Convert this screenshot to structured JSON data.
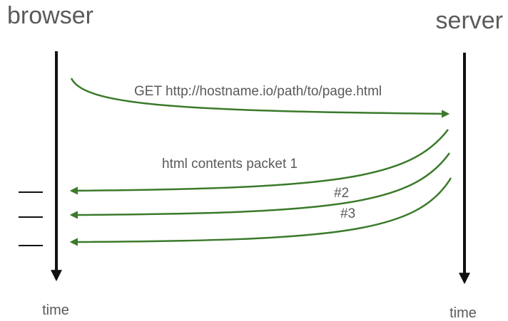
{
  "participants": {
    "left_label": "browser",
    "right_label": "server",
    "left_axis_label": "time",
    "right_axis_label": "time"
  },
  "messages": {
    "request_label": "GET http://hostname.io/path/to/page.html",
    "packet_1_label": "html contents packet 1",
    "packet_2_label": "#2",
    "packet_3_label": "#3"
  },
  "colors": {
    "arrow": "#3a7a2a",
    "timeline": "#111111",
    "text": "#5a5a5a"
  }
}
